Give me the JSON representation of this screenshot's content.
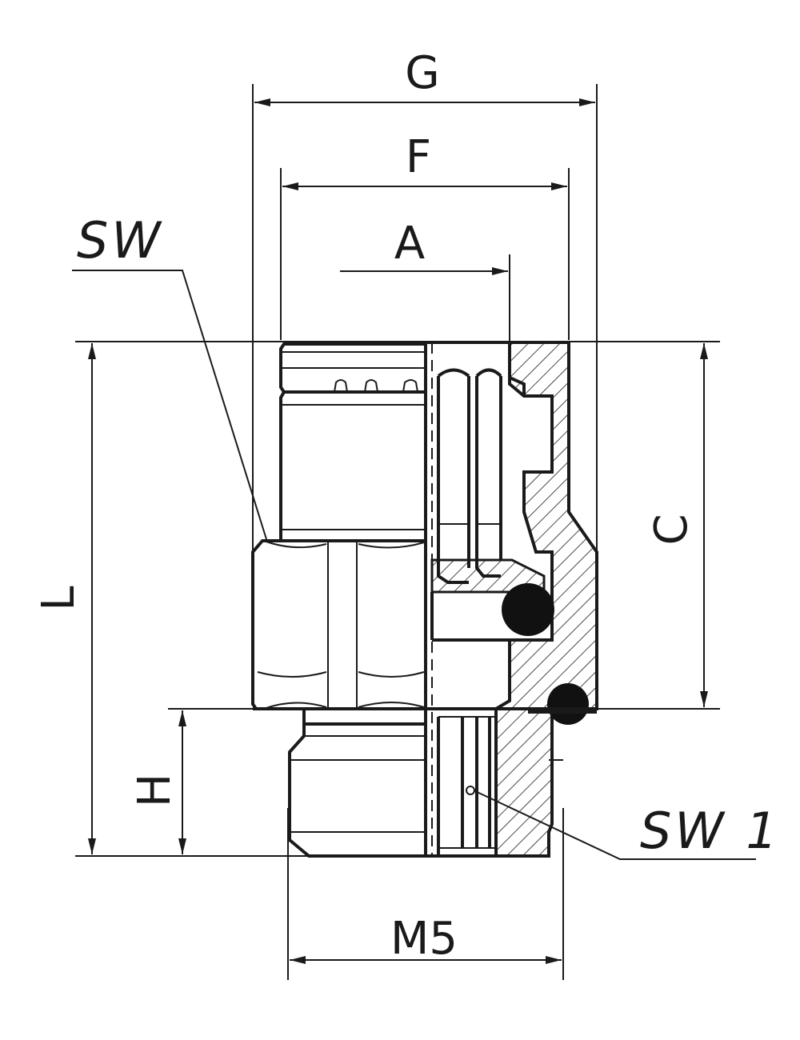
{
  "dimensions": {
    "g": "G",
    "f": "F",
    "a": "A",
    "l": "L",
    "c": "C",
    "h": "H",
    "m5": "M5"
  },
  "callouts": {
    "sw": "SW",
    "sw1": "SW 1"
  },
  "colors": {
    "line": "#1a1a1a",
    "background": "#ffffff"
  }
}
